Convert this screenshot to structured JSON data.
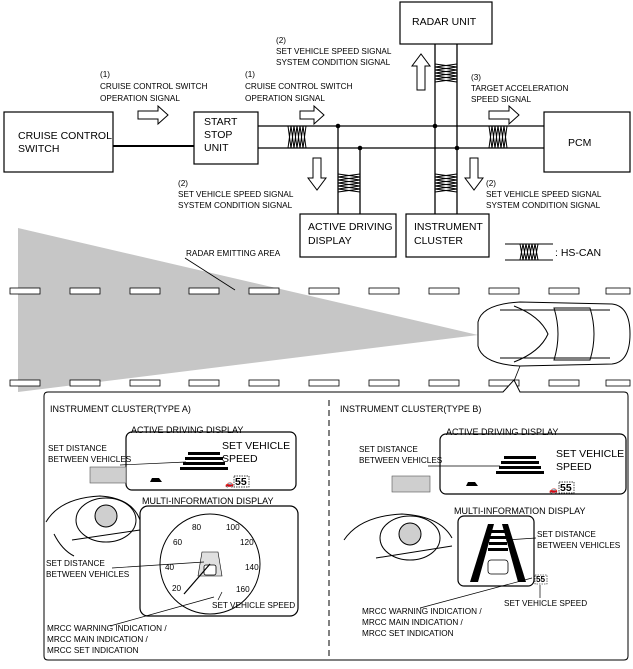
{
  "boxes": {
    "cruise_switch": [
      "CRUISE CONTROL",
      "SWITCH"
    ],
    "start_stop": [
      "START",
      "STOP",
      "UNIT"
    ],
    "radar_unit": "RADAR UNIT",
    "pcm": "PCM",
    "active_driving_display": [
      "ACTIVE DRIVING",
      "DISPLAY"
    ],
    "instrument_cluster": [
      "INSTRUMENT",
      "CLUSTER"
    ]
  },
  "signals": {
    "s1_left": [
      "(1)",
      "CRUISE CONTROL SWITCH",
      "OPERATION SIGNAL"
    ],
    "s1_mid": [
      "(1)",
      "CRUISE CONTROL SWITCH",
      "OPERATION SIGNAL"
    ],
    "s2_top": [
      "(2)",
      "SET VEHICLE SPEED SIGNAL",
      "SYSTEM CONDITION SIGNAL"
    ],
    "s3": [
      "(3)",
      "TARGET ACCELERATION",
      "SPEED SIGNAL"
    ],
    "s2_left": [
      "(2)",
      "SET VEHICLE SPEED SIGNAL",
      "SYSTEM CONDITION SIGNAL"
    ],
    "s2_right": [
      "(2)",
      "SET VEHICLE SPEED SIGNAL",
      "SYSTEM CONDITION SIGNAL"
    ]
  },
  "legend": {
    "hs_can": ": HS-CAN"
  },
  "road": {
    "radar_area": "RADAR EMITTING AREA"
  },
  "panel_a": {
    "title": "INSTRUMENT CLUSTER(TYPE A)",
    "adisp_title": "ACTIVE DRIVING DISPLAY",
    "set_distance": [
      "SET DISTANCE",
      "BETWEEN VEHICLES"
    ],
    "set_speed": [
      "SET VEHICLE",
      "SPEED"
    ],
    "speed_value": "55",
    "mid_title": "MULTI-INFORMATION DISPLAY",
    "gauge_ticks": [
      "20",
      "40",
      "60",
      "80",
      "100",
      "120",
      "140",
      "160"
    ],
    "set_distance_2": [
      "SET DISTANCE",
      "BETWEEN VEHICLES"
    ],
    "set_vehicle_speed": "SET VEHICLE SPEED",
    "mrcc": [
      "MRCC WARNING INDICATION /",
      "MRCC MAIN INDICATION /",
      "MRCC SET INDICATION"
    ]
  },
  "panel_b": {
    "title": "INSTRUMENT CLUSTER(TYPE B)",
    "adisp_title": "ACTIVE DRIVING DISPLAY",
    "set_distance": [
      "SET DISTANCE",
      "BETWEEN VEHICLES"
    ],
    "set_speed": [
      "SET VEHICLE",
      "SPEED"
    ],
    "speed_value": "55",
    "mid_title": "MULTI-INFORMATION DISPLAY",
    "set_distance_2": [
      "SET DISTANCE",
      "BETWEEN VEHICLES"
    ],
    "speed_value_2": "55",
    "set_vehicle_speed": "SET VEHICLE SPEED",
    "mrcc": [
      "MRCC WARNING INDICATION /",
      "MRCC MAIN INDICATION /",
      "MRCC SET INDICATION"
    ]
  }
}
